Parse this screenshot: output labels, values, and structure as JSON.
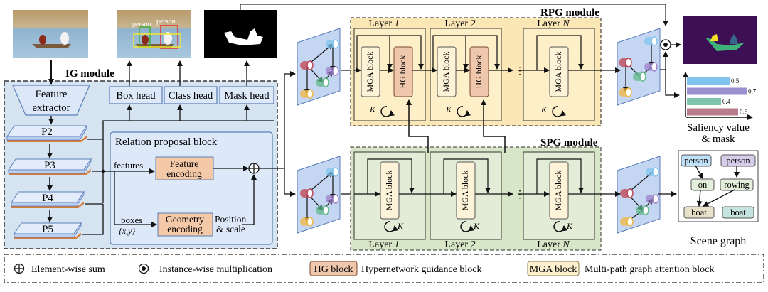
{
  "ig_module": {
    "title": "IG module",
    "feature_extractor": [
      "Feature",
      "extractor"
    ],
    "pyramid": [
      "P2",
      "P3",
      "P4",
      "P5"
    ],
    "heads": [
      "Box head",
      "Class head",
      "Mask head"
    ],
    "relation_block": {
      "title": "Relation proposal block",
      "features_label": "features",
      "feature_encoding": [
        "Feature",
        "encoding"
      ],
      "boxes_label": "boxes",
      "boxes_math": "{x,y}",
      "geometry_encoding": [
        "Geometry",
        "encoding"
      ],
      "position_label": [
        "Position",
        "& scale"
      ]
    }
  },
  "detection_labels": [
    "person",
    "person"
  ],
  "rpg_module": {
    "title": "RPG module",
    "layers": [
      {
        "label": "Layer ",
        "index": "1",
        "blocks": [
          "MGA block",
          "HG block"
        ],
        "loop": "K"
      },
      {
        "label": "Layer ",
        "index": "2",
        "blocks": [
          "MGA block",
          "HG block"
        ],
        "loop": "K"
      },
      {
        "label": "Layer ",
        "index": "N",
        "blocks": [
          "MGA block"
        ],
        "loop": "K"
      }
    ]
  },
  "spg_module": {
    "title": "SPG module",
    "layers": [
      {
        "label": "Layer ",
        "index": "1",
        "blocks": [
          "MGA block"
        ],
        "loop": "K"
      },
      {
        "label": "Layer ",
        "index": "2",
        "blocks": [
          "MGA block"
        ],
        "loop": "K"
      },
      {
        "label": "Layer ",
        "index": "N",
        "blocks": [
          "MGA block"
        ],
        "loop": "K"
      }
    ]
  },
  "saliency": {
    "caption": [
      "Saliency value",
      "& mask"
    ],
    "bars": [
      {
        "value": 0.5,
        "label": "0.5",
        "color": "#7fc4ee"
      },
      {
        "value": 0.7,
        "label": "0.7",
        "color": "#9c90d2"
      },
      {
        "value": 0.4,
        "label": "0.4",
        "color": "#7fc4ad"
      },
      {
        "value": 0.6,
        "label": "0.6",
        "color": "#b97c8d"
      }
    ]
  },
  "scene_graph": {
    "caption": "Scene graph",
    "nodes": [
      {
        "id": "person1",
        "label": "person",
        "color": "#bfe0f7"
      },
      {
        "id": "person2",
        "label": "person",
        "color": "#d6cdea"
      },
      {
        "id": "on",
        "label": "on",
        "color": "#e3eedb"
      },
      {
        "id": "rowing",
        "label": "rowing",
        "color": "#e3eedb"
      },
      {
        "id": "boat1",
        "label": "boat",
        "color": "#e8e0c9"
      },
      {
        "id": "boat2",
        "label": "boat",
        "color": "#c6e4df"
      }
    ]
  },
  "legend": {
    "sum_label": "Element-wise sum",
    "mult_label": "Instance-wise multiplication",
    "hg_tag": "HG block",
    "hg_desc": "Hypernetwork guidance block",
    "mga_tag": "MGA block",
    "mga_desc": "Multi-path graph attention block"
  },
  "colors": {
    "ig_bg": "#d6e4f2",
    "rpg_bg": "#fbe6b5",
    "spg_bg": "#d8e6c8",
    "hg_fill": "#efc7ad",
    "mga_fill": "#fdf3d8",
    "enc_fill": "#f4c9a8",
    "mask_bg": "#3d0f54"
  }
}
